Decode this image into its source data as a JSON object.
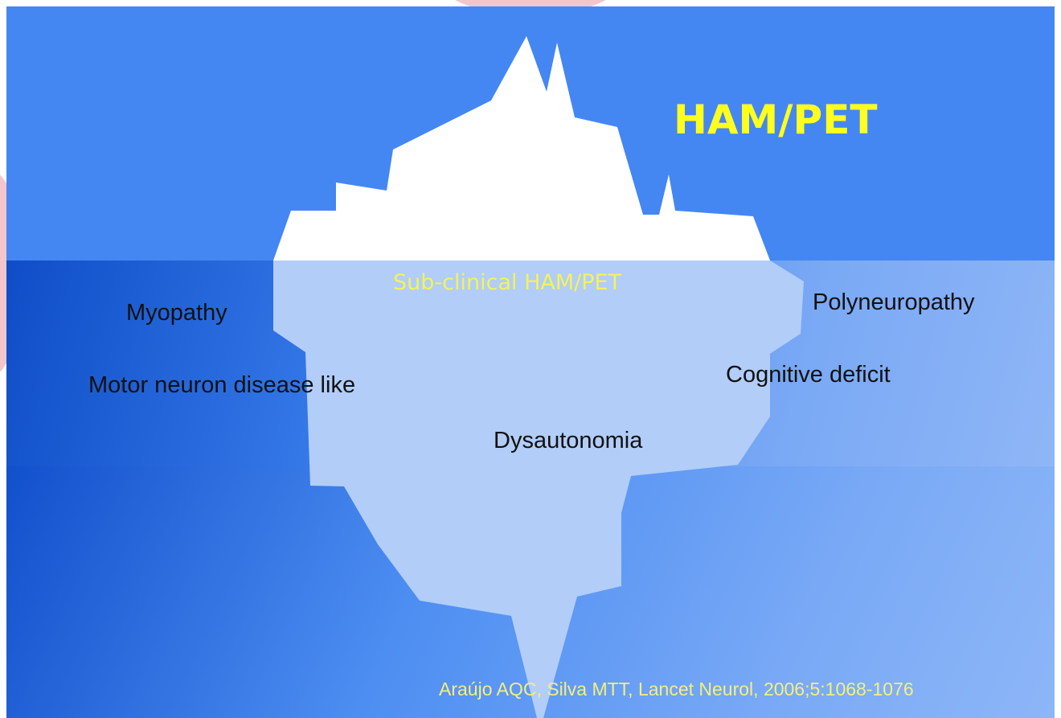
{
  "diagram": {
    "title": "HAM/PET",
    "subclinical_label": "Sub-clinical HAM/PET",
    "conditions": {
      "myopathy": "Myopathy",
      "motor_neuron": "Motor neuron disease like",
      "polyneuropathy": "Polyneuropathy",
      "cognitive": "Cognitive deficit",
      "dysautonomia": "Dysautonomia"
    },
    "citation": "Araújo AQC, Silva MTT, Lancet Neurol, 2006;5:1068-1076"
  },
  "colors": {
    "sky": "#4487f3",
    "title_yellow": "#ffff1e",
    "iceberg_tip": "#ffffff",
    "iceberg_submerged": "#b1cdf8",
    "decor_pink": "#f3c6cc"
  },
  "icons": [
    "iceberg-graphic"
  ]
}
